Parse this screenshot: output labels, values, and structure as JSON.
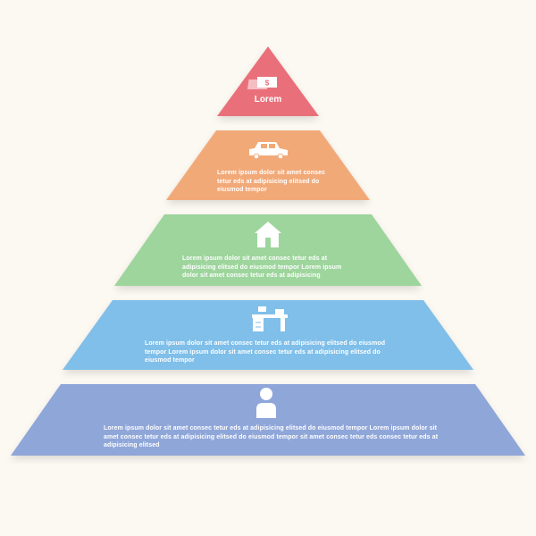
{
  "diagram": {
    "type": "pyramid",
    "tiers": [
      {
        "id": "top",
        "icon": "money-icon",
        "icon_glyph": "$",
        "label": "Lorem",
        "color": "#e9707a"
      },
      {
        "id": "tier-2",
        "icon": "car-icon",
        "text": "Lorem ipsum dolor sit amet   consec tetur eds at adipisicing elitsed do eiusmod tempor",
        "color": "#f2a978"
      },
      {
        "id": "tier-3",
        "icon": "house-icon",
        "text": "Lorem ipsum dolor sit amet   consec tetur eds at adipisicing elitsed do eiusmod tempor Lorem ipsum dolor sit amet consec tetur eds at adipisicing",
        "color": "#9dd59c"
      },
      {
        "id": "tier-4",
        "icon": "desk-icon",
        "text": "Lorem ipsum dolor sit amet   consec tetur eds at adipisicing elitsed do eiusmod tempor Lorem ipsum dolor sit amet   consec tetur eds at adipisicing elitsed do eiusmod tempor",
        "color": "#7fbfe9"
      },
      {
        "id": "base",
        "icon": "person-icon",
        "text": "Lorem ipsum dolor sit amet   consec tetur eds at adipisicing elitsed do eiusmod tempor Lorem ipsum dolor sit amet   consec tetur eds at adipisicing elitsed do eiusmod tempor sit amet   consec tetur eds consec tetur eds at adipisicing elitsed",
        "color": "#8fa6d9"
      }
    ]
  }
}
